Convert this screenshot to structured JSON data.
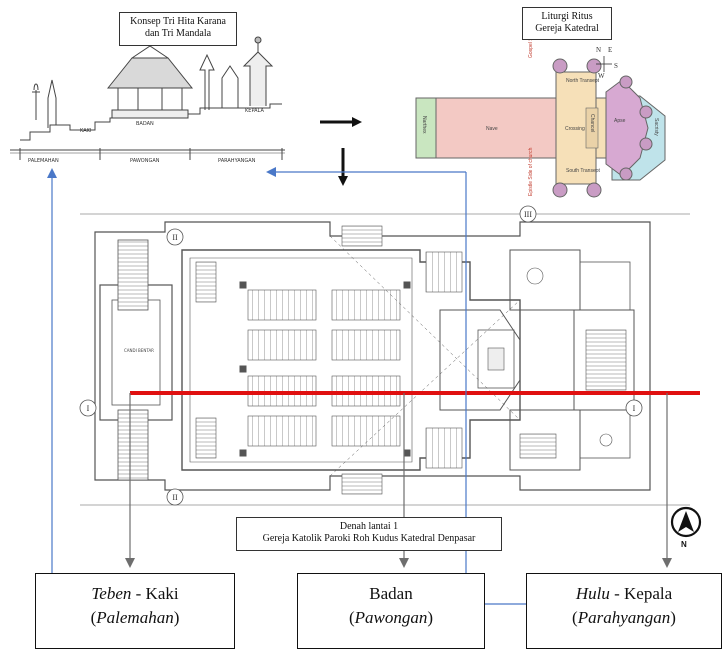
{
  "tri_hita_karana": {
    "title_line1": "Konsep Tri Hita Karana",
    "title_line2": "dan Tri Mandala",
    "zone_labels": [
      "PALEMAHAN",
      "PAWONGAN",
      "PARAHYANGAN"
    ],
    "level_labels": [
      "KAKI",
      "BADAN",
      "KEPALA"
    ]
  },
  "liturgy": {
    "title_line1": "Liturgi Ritus",
    "title_line2": "Gereja Katedral",
    "areas": [
      "Narthex",
      "Nave",
      "Crossing",
      "Chancel",
      "Apse",
      "Sacristy",
      "North Transept",
      "South Transept"
    ],
    "side_labels": [
      "Gospel Side of church",
      "Epistle Side of church"
    ],
    "compass": [
      "N",
      "E",
      "S",
      "W"
    ]
  },
  "floor_plan": {
    "caption_line1": "Denah lantai 1",
    "caption_line2": "Gereja Katolik Paroki Roh Kudus Katedral Denpasar",
    "axis_markers": [
      "II",
      "III",
      "I",
      "I",
      "II"
    ],
    "candi_label": "CANDI BENTAR",
    "north_label": "N"
  },
  "zones": {
    "teben": {
      "term": "Teben",
      "sep": " - Kaki",
      "paren_open": "(",
      "sub": "Palemahan",
      "paren_close": ")"
    },
    "badan": {
      "term": "Badan",
      "paren_open": "(",
      "sub": "Pawongan",
      "paren_close": ")"
    },
    "hulu": {
      "term": "Hulu",
      "sep": " - Kepala",
      "paren_open": "(",
      "sub": "Parahyangan",
      "paren_close": ")"
    }
  },
  "colors": {
    "red_axis": "#e01010",
    "blue_arrow": "#4a78c8",
    "gray_arrow": "#6e6e6e",
    "nave": "#f3c9c4",
    "crossing": "#f6e0b8",
    "narthex": "#c9e6c0",
    "apse": "#d7a9d2",
    "sacristy": "#bfe3ea"
  }
}
